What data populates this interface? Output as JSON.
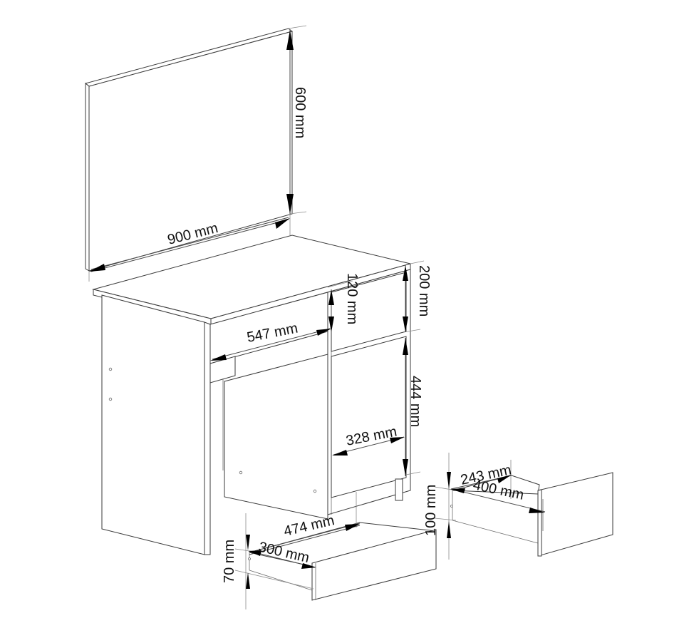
{
  "diagram": {
    "subject": "Desk with mirror panel, drawers, dimensions",
    "dimensions": {
      "mirror_height": "600 mm",
      "mirror_width": "900 mm",
      "drawer_height_top": "120 mm",
      "top_section_height": "200 mm",
      "top_drawer_width": "547 mm",
      "cabinet_door_height": "444 mm",
      "cabinet_door_width": "328 mm",
      "left_drawer_depth": "474 mm",
      "left_drawer_width": "300 mm",
      "left_drawer_height": "70 mm",
      "right_drawer_height": "100 mm",
      "right_drawer_width": "243 mm",
      "right_drawer_depth": "400 mm"
    },
    "colors": {
      "line": "#3a3a3a",
      "arrow": "#000000",
      "background": "#ffffff"
    }
  }
}
